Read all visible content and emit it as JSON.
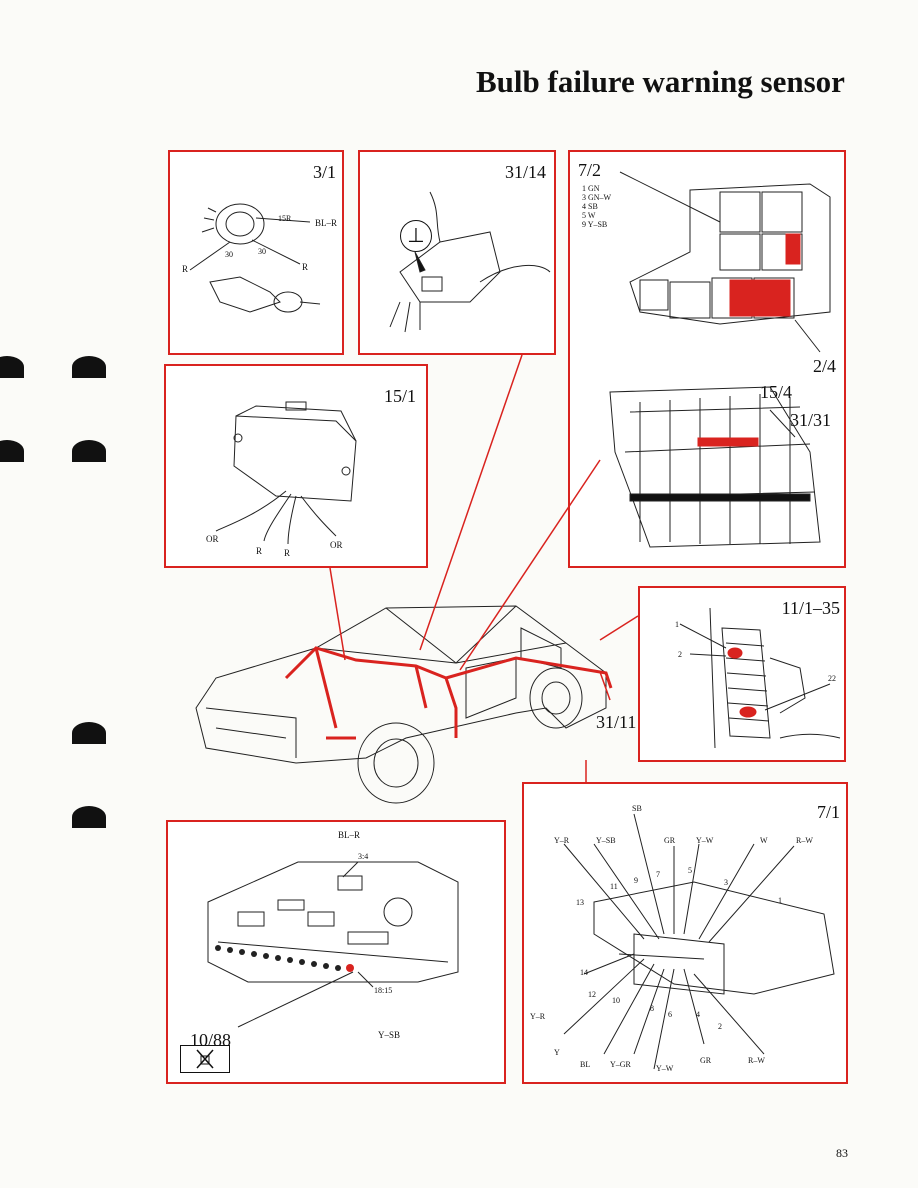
{
  "title": "Bulb failure warning sensor",
  "page_number": "83",
  "panels": {
    "p3_1": {
      "label": "3/1",
      "wires": [
        "15R",
        "BL–R",
        "30",
        "30",
        "R",
        "R"
      ]
    },
    "p31_14": {
      "label": "31/14",
      "ground_symbol": "⊥"
    },
    "p7_2": {
      "label": "7/2",
      "pins": [
        "1 GN",
        "3 GN–W",
        "4 SB",
        "5 W",
        "9 Y–SB"
      ],
      "label_b": "2/4"
    },
    "p15_1": {
      "label": "15/1",
      "wires": [
        "OR",
        "R",
        "R",
        "OR"
      ]
    },
    "p15_4": {
      "label_a": "15/4",
      "label_b": "31/31"
    },
    "p11_1": {
      "label": "11/1–35",
      "pins": [
        "1",
        "2",
        "22"
      ]
    },
    "car": {
      "label": "31/11"
    },
    "p10_88": {
      "label": "10/88",
      "top": "BL–R",
      "conn_a": "3:4",
      "conn_b": "18:15",
      "bottom": "Y–SB"
    },
    "p7_1": {
      "label": "7/1",
      "top_colors": [
        "SB",
        "Y–R",
        "Y–SB",
        "GR",
        "Y–W",
        "W",
        "R–W"
      ],
      "top_pins": [
        "13",
        "11",
        "9",
        "7",
        "5",
        "3",
        "1"
      ],
      "bottom_pins": [
        "14",
        "12",
        "10",
        "8",
        "6",
        "4",
        "2"
      ],
      "bottom_colors": [
        "Y–R",
        "Y",
        "BL",
        "Y–GR",
        "Y–W",
        "GR",
        "R–W"
      ]
    }
  }
}
